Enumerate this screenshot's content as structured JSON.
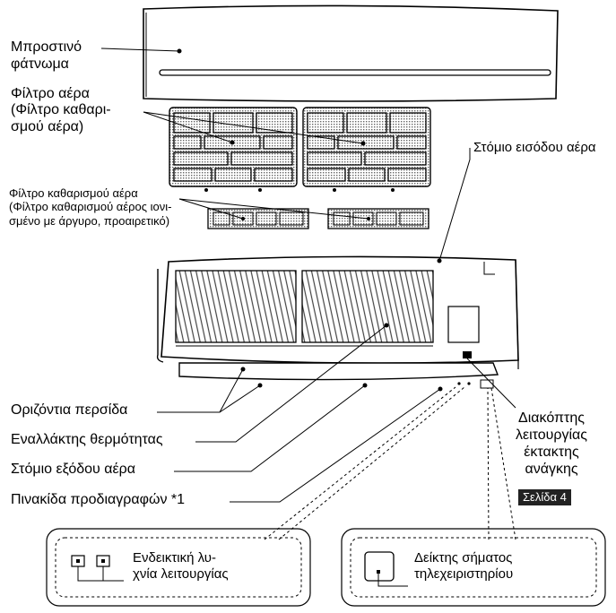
{
  "labels": {
    "front_panel": [
      "Μπροστινό",
      "φάτνωμα"
    ],
    "air_filter": [
      "Φίλτρο αέρα",
      "(Φίλτρο καθαρι-",
      "σμού αέρα)"
    ],
    "air_inlet": "Στόμιο εισόδου αέρα",
    "air_cleaning_filter": [
      "Φίλτρο καθαρισμού αέρα",
      "(Φίλτρο καθαρισμού αέρος ιονι-",
      "σμένο με άργυρο, προαιρετικό)"
    ],
    "horizontal_vane": "Οριζόντια περσίδα",
    "heat_exchanger": "Εναλλάκτης θερμότητας",
    "air_outlet": "Στόμιο εξόδου αέρα",
    "rating_plate": "Πινακίδα προδιαγραφών *1",
    "emergency_switch": [
      "Διακόπτης",
      "λειτουργίας",
      "έκτακτης",
      "ανάγκης"
    ],
    "page_ref": "Σελίδα 4",
    "operation_indicator": [
      "Ενδεικτική λυ-",
      "χνία λειτουργίας"
    ],
    "signal_receiver": [
      "Δείκτης σήματος",
      "τηλεχειριστηρίου"
    ]
  }
}
